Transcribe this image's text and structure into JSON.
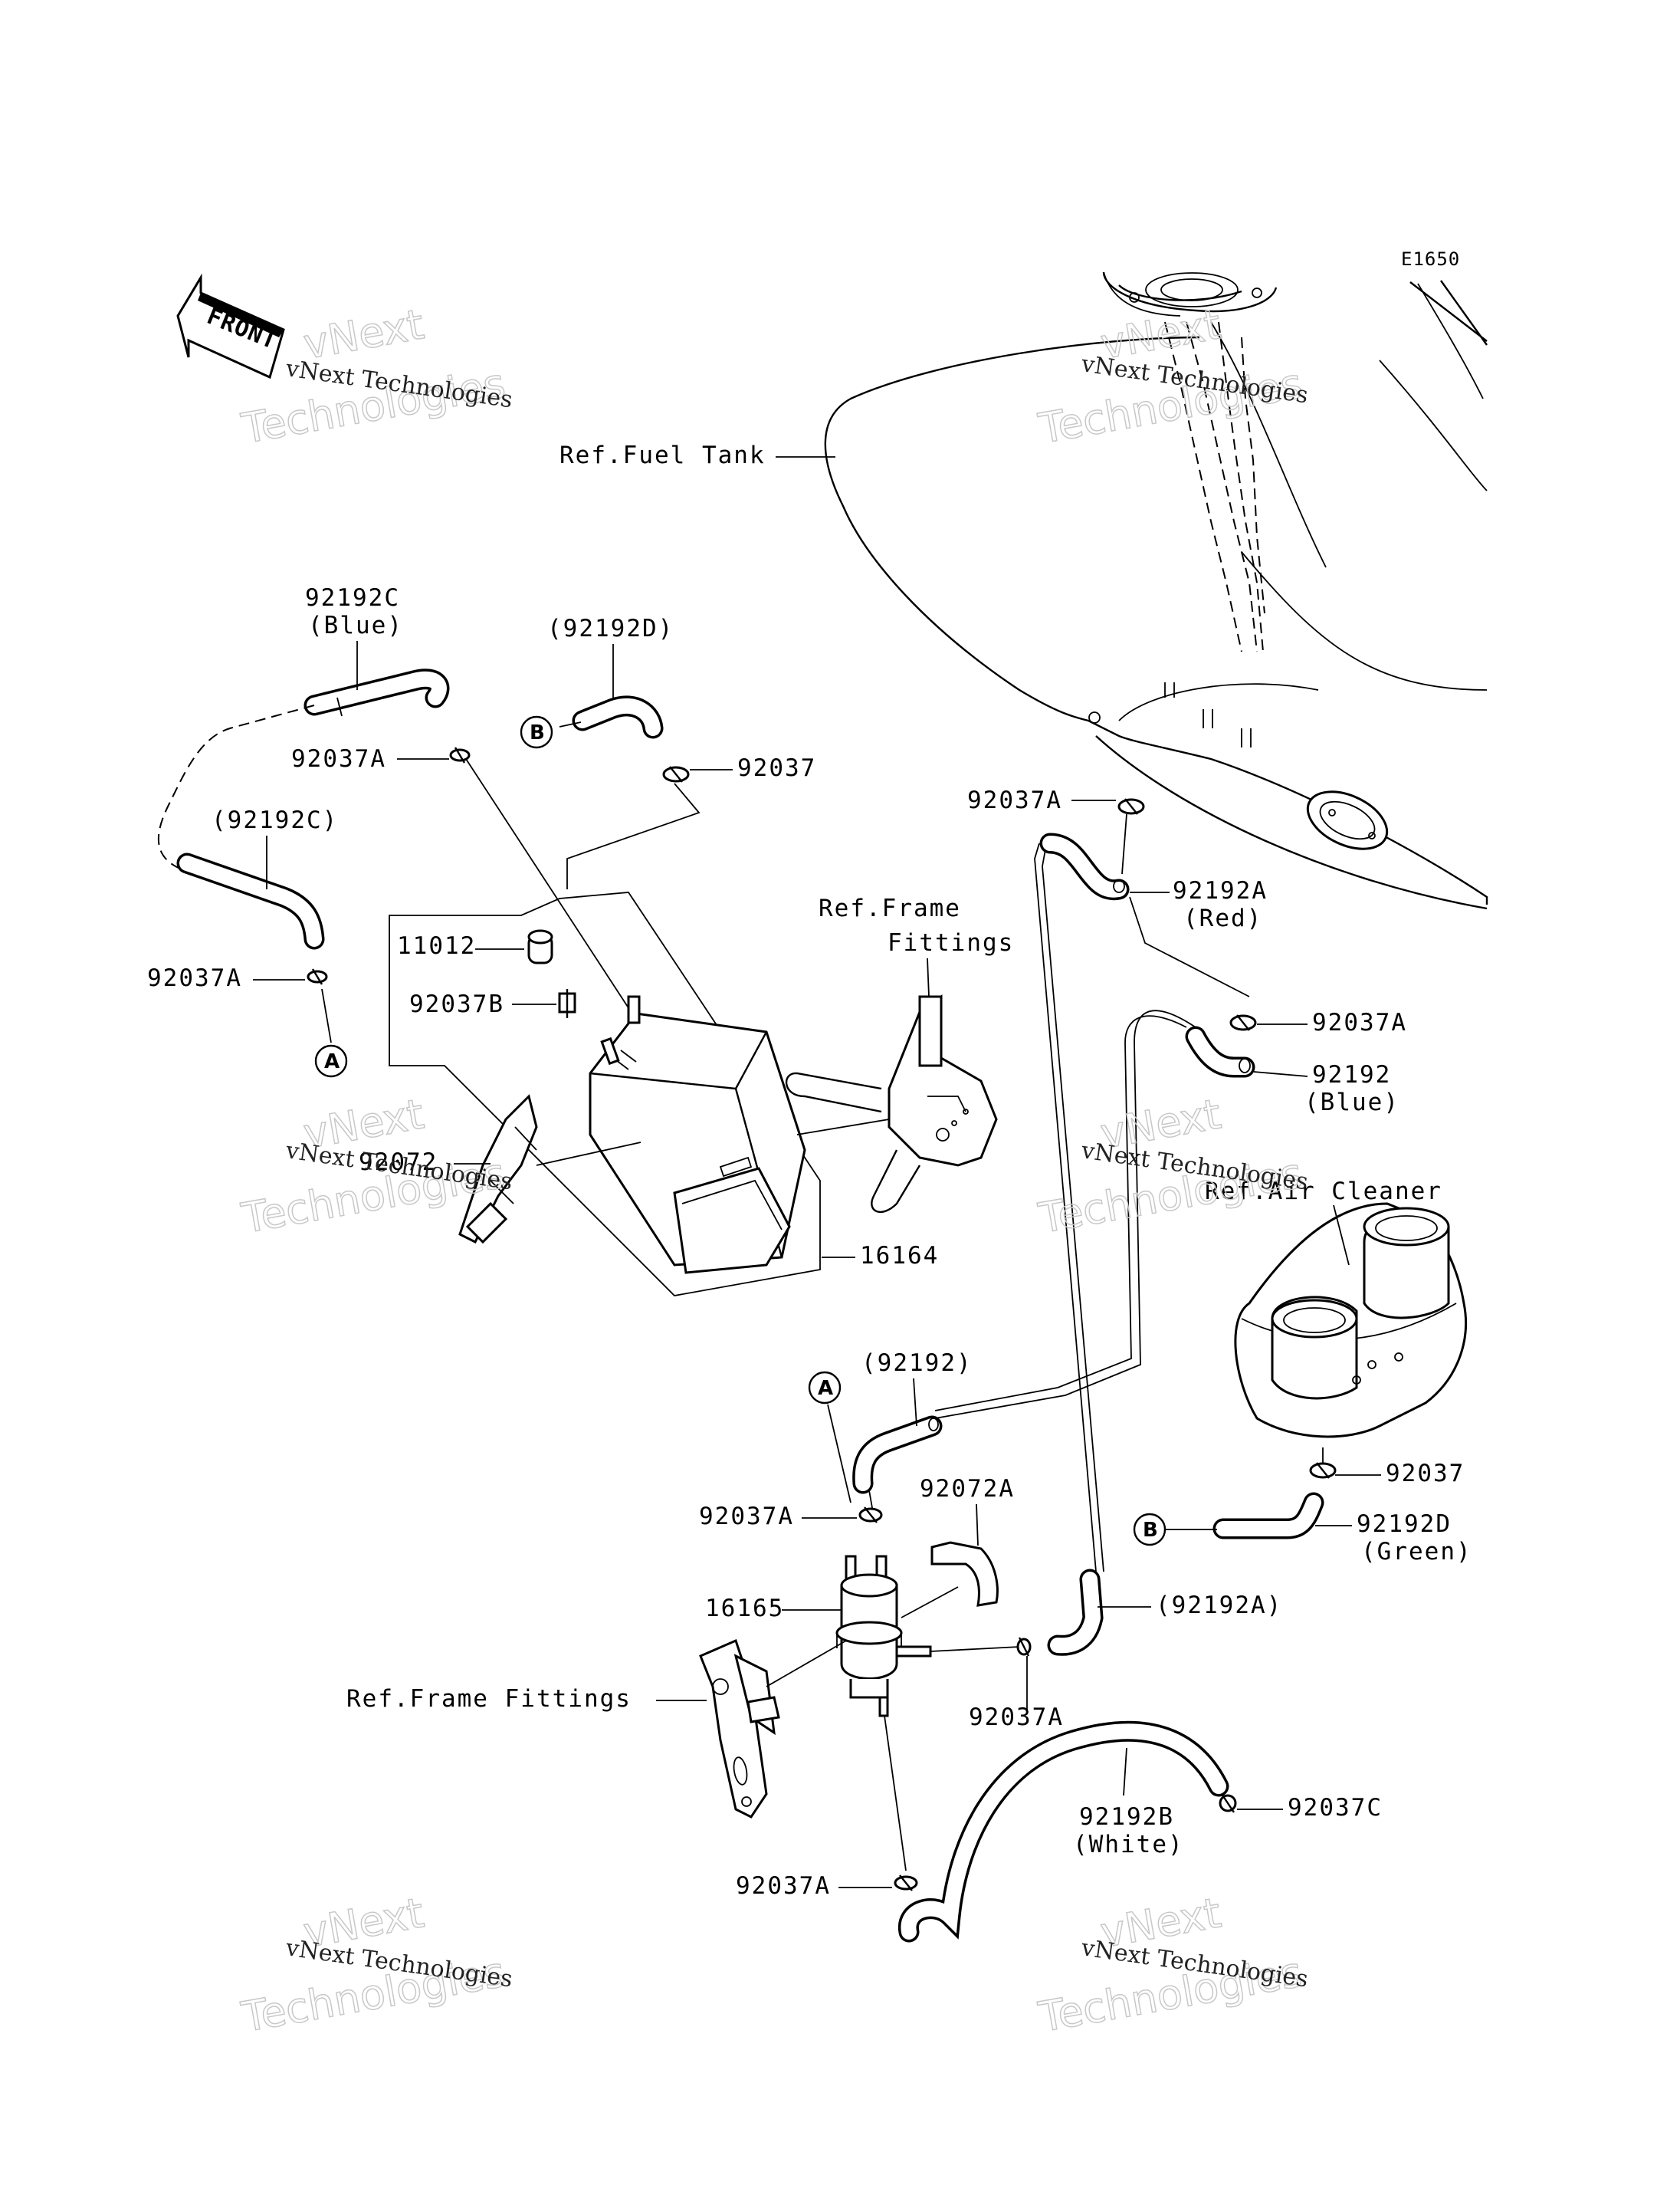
{
  "diagram_code": "E1650",
  "front_label": "FRONT",
  "watermark": {
    "small": "vNext Technologies",
    "big_line1": "vNext",
    "big_line2": "Technologies"
  },
  "refs": {
    "fuel_tank": "Ref.Fuel Tank",
    "frame_fittings_1": "Ref.Frame",
    "frame_fittings_2": "Fittings",
    "air_cleaner": "Ref.Air Cleaner",
    "frame_fittings_lower": "Ref.Frame Fittings"
  },
  "parts": {
    "p92192C_blue": "92192C",
    "p92192C_blue_color": "(Blue)",
    "p92192D_paren": "(92192D)",
    "p92037A_1": "92037A",
    "p92037_1": "92037",
    "p92192C_paren": "(92192C)",
    "p92037A_2": "92037A",
    "p11012": "11012",
    "p92037B": "92037B",
    "p92072": "92072",
    "p16164": "16164",
    "p92037A_3": "92037A",
    "p92192A": "92192A",
    "p92192A_color": "(Red)",
    "p92037A_4": "92037A",
    "p92192_blue": "92192",
    "p92192_blue_color": "(Blue)",
    "p92192_paren": "(92192)",
    "p92037A_5": "92037A",
    "p92072A": "92072A",
    "p16165": "16165",
    "p92037_2": "92037",
    "p92192D_green": "92192D",
    "p92192D_green_color": "(Green)",
    "p92192A_paren": "(92192A)",
    "p92037A_6": "92037A",
    "p92192B": "92192B",
    "p92192B_color": "(White)",
    "p92037C": "92037C",
    "p92037A_7": "92037A"
  },
  "markers": {
    "A": "A",
    "B": "B"
  }
}
